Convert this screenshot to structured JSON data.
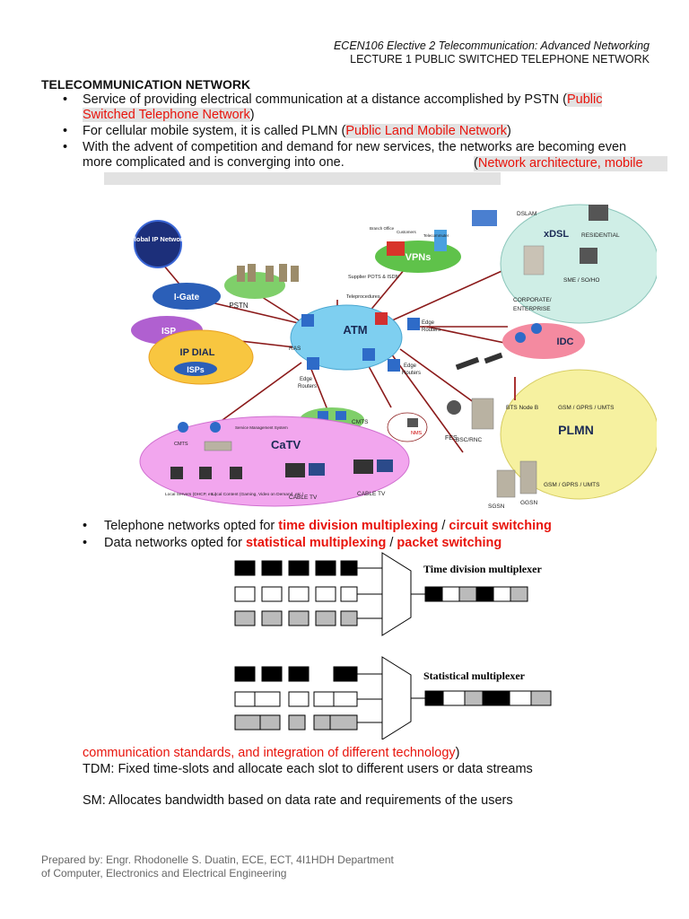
{
  "header": {
    "course": "ECEN106 Elective 2 Telecommunication: Advanced Networking",
    "lecture": "LECTURE 1 PUBLIC SWITCHED TELEPHONE NETWORK"
  },
  "section_title": "TELECOMMUNICATION NETWORK",
  "bullets": [
    {
      "text": "Service of providing electrical communication at a distance accomplished by PSTN (",
      "highlight": "Public Switched Telephone Network",
      "tail": ")"
    },
    {
      "text": "For cellular mobile system, it is called PLMN (",
      "highlight": "Public Land Mobile Network",
      "tail": ")"
    },
    {
      "text": "With the advent of competition and demand for new services, the networks are becoming even more complicated and is converging into one.",
      "paren_open": "(",
      "highlight": "Network architecture, mobile"
    }
  ],
  "diagram": {
    "nodes": {
      "global_ip": "Global IP Network",
      "igate": "I-Gate",
      "pstn": "PSTN",
      "supplier": "Supplier POTS & ISDN",
      "teleprocedures": "Teleprocedures",
      "branch": "Branch Office",
      "customers": "Customers",
      "telecommuter": "Telecommuter",
      "vpns": "VPNs",
      "dslam": "DSLAM",
      "xdsl": "xDSL",
      "residential": "RESIDENTIAL",
      "sme": "SME / SO/HO",
      "corporate": "CORPORATE/ ENTERPRISE",
      "isp": "ISP",
      "ipdial": "IP DIAL",
      "isps": "ISPs",
      "ras": "RAS",
      "atm": "ATM",
      "edge_routers_1": "Edge Routers",
      "edge_routers_2": "Edge Routers",
      "edge_routers_3": "Edge Routers",
      "idc": "IDC",
      "bts": "BTS Node B",
      "gsm1": "GSM / GPRS / UMTS",
      "plmn": "PLMN",
      "bsc": "BSC/RNC",
      "gsm2": "GSM / GPRS / UMTS",
      "sgsn": "SGSN",
      "ggsn": "GGSN",
      "fes": "FES",
      "nms": "NMS",
      "cmts1": "CMTS",
      "cmts2": "CMTS",
      "sms": "Service Management System",
      "catv": "CaTV",
      "local_servers": "Local Servers (DHCP, etc.)",
      "local_content": "Local Content (Gaming, Video on Demand, etc.)",
      "cable_tv1": "CABLE TV",
      "cable_tv2": "CABLE TV"
    }
  },
  "mux_bullets": [
    {
      "prefix": "Telephone networks opted for ",
      "a": "time division multiplexing",
      "sep": " / ",
      "b": "circuit switching"
    },
    {
      "prefix": "Data networks opted for ",
      "a": "statistical multiplexing",
      "sep": " / ",
      "b": "packet switching"
    }
  ],
  "mux": {
    "tdm_label": "Time division multiplexer",
    "stat_label": "Statistical multiplexer"
  },
  "body": {
    "cont_red": "communication standards, and integration of different technology",
    "cont_tail": ")",
    "tdm": "TDM: Fixed time-slots and allocate each slot to different users or data streams",
    "sm": "SM: Allocates bandwidth based on data rate and requirements of the users"
  },
  "footer": {
    "line1": "Prepared by: Engr. Rhodonelle S. Duatin, ECE, ECT, 4I1HDH Department",
    "line2": "of Computer, Electronics and Electrical Engineering"
  }
}
